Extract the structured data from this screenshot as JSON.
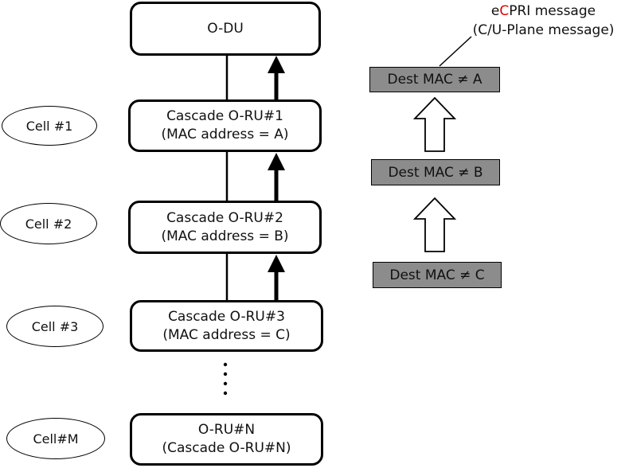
{
  "nodes": {
    "odu": {
      "line1": "O-DU"
    },
    "ru1": {
      "line1": "Cascade O-RU#1",
      "line2": "(MAC address = A)"
    },
    "ru2": {
      "line1": "Cascade O-RU#2",
      "line2": "(MAC address = B)"
    },
    "ru3": {
      "line1": "Cascade O-RU#3",
      "line2": "(MAC address = C)"
    },
    "run": {
      "line1": "O-RU#N",
      "line2": "(Cascade O-RU#N)"
    }
  },
  "cells": [
    "Cell #1",
    "Cell #2",
    "Cell #3",
    "Cell#M"
  ],
  "messages": [
    "Dest MAC ≠ A",
    "Dest MAC ≠ B",
    "Dest MAC ≠ C"
  ],
  "ecpri": {
    "prefix": "e",
    "highlight": "C",
    "suffix": "PRI message",
    "line2": "(C/U-Plane message)"
  }
}
